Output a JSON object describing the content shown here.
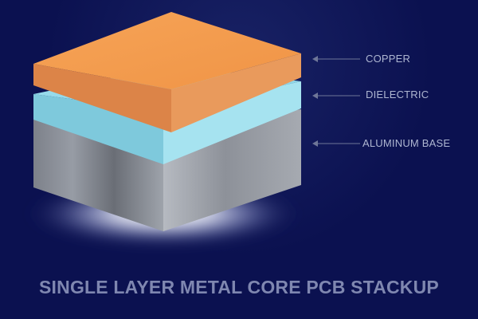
{
  "labels": {
    "copper": "COPPER",
    "dielectric": "DIELECTRIC",
    "aluminum": "ALUMINUM BASE"
  },
  "caption": "SINGLE LAYER METAL CORE PCB STACKUP",
  "colors": {
    "background": "#0b1150",
    "copper_top": "#f39a4d",
    "dielectric_top": "#8fd7e8",
    "aluminum": "#8f949d",
    "label_text": "#aeb6d1",
    "caption_text": "#7f87b0"
  }
}
